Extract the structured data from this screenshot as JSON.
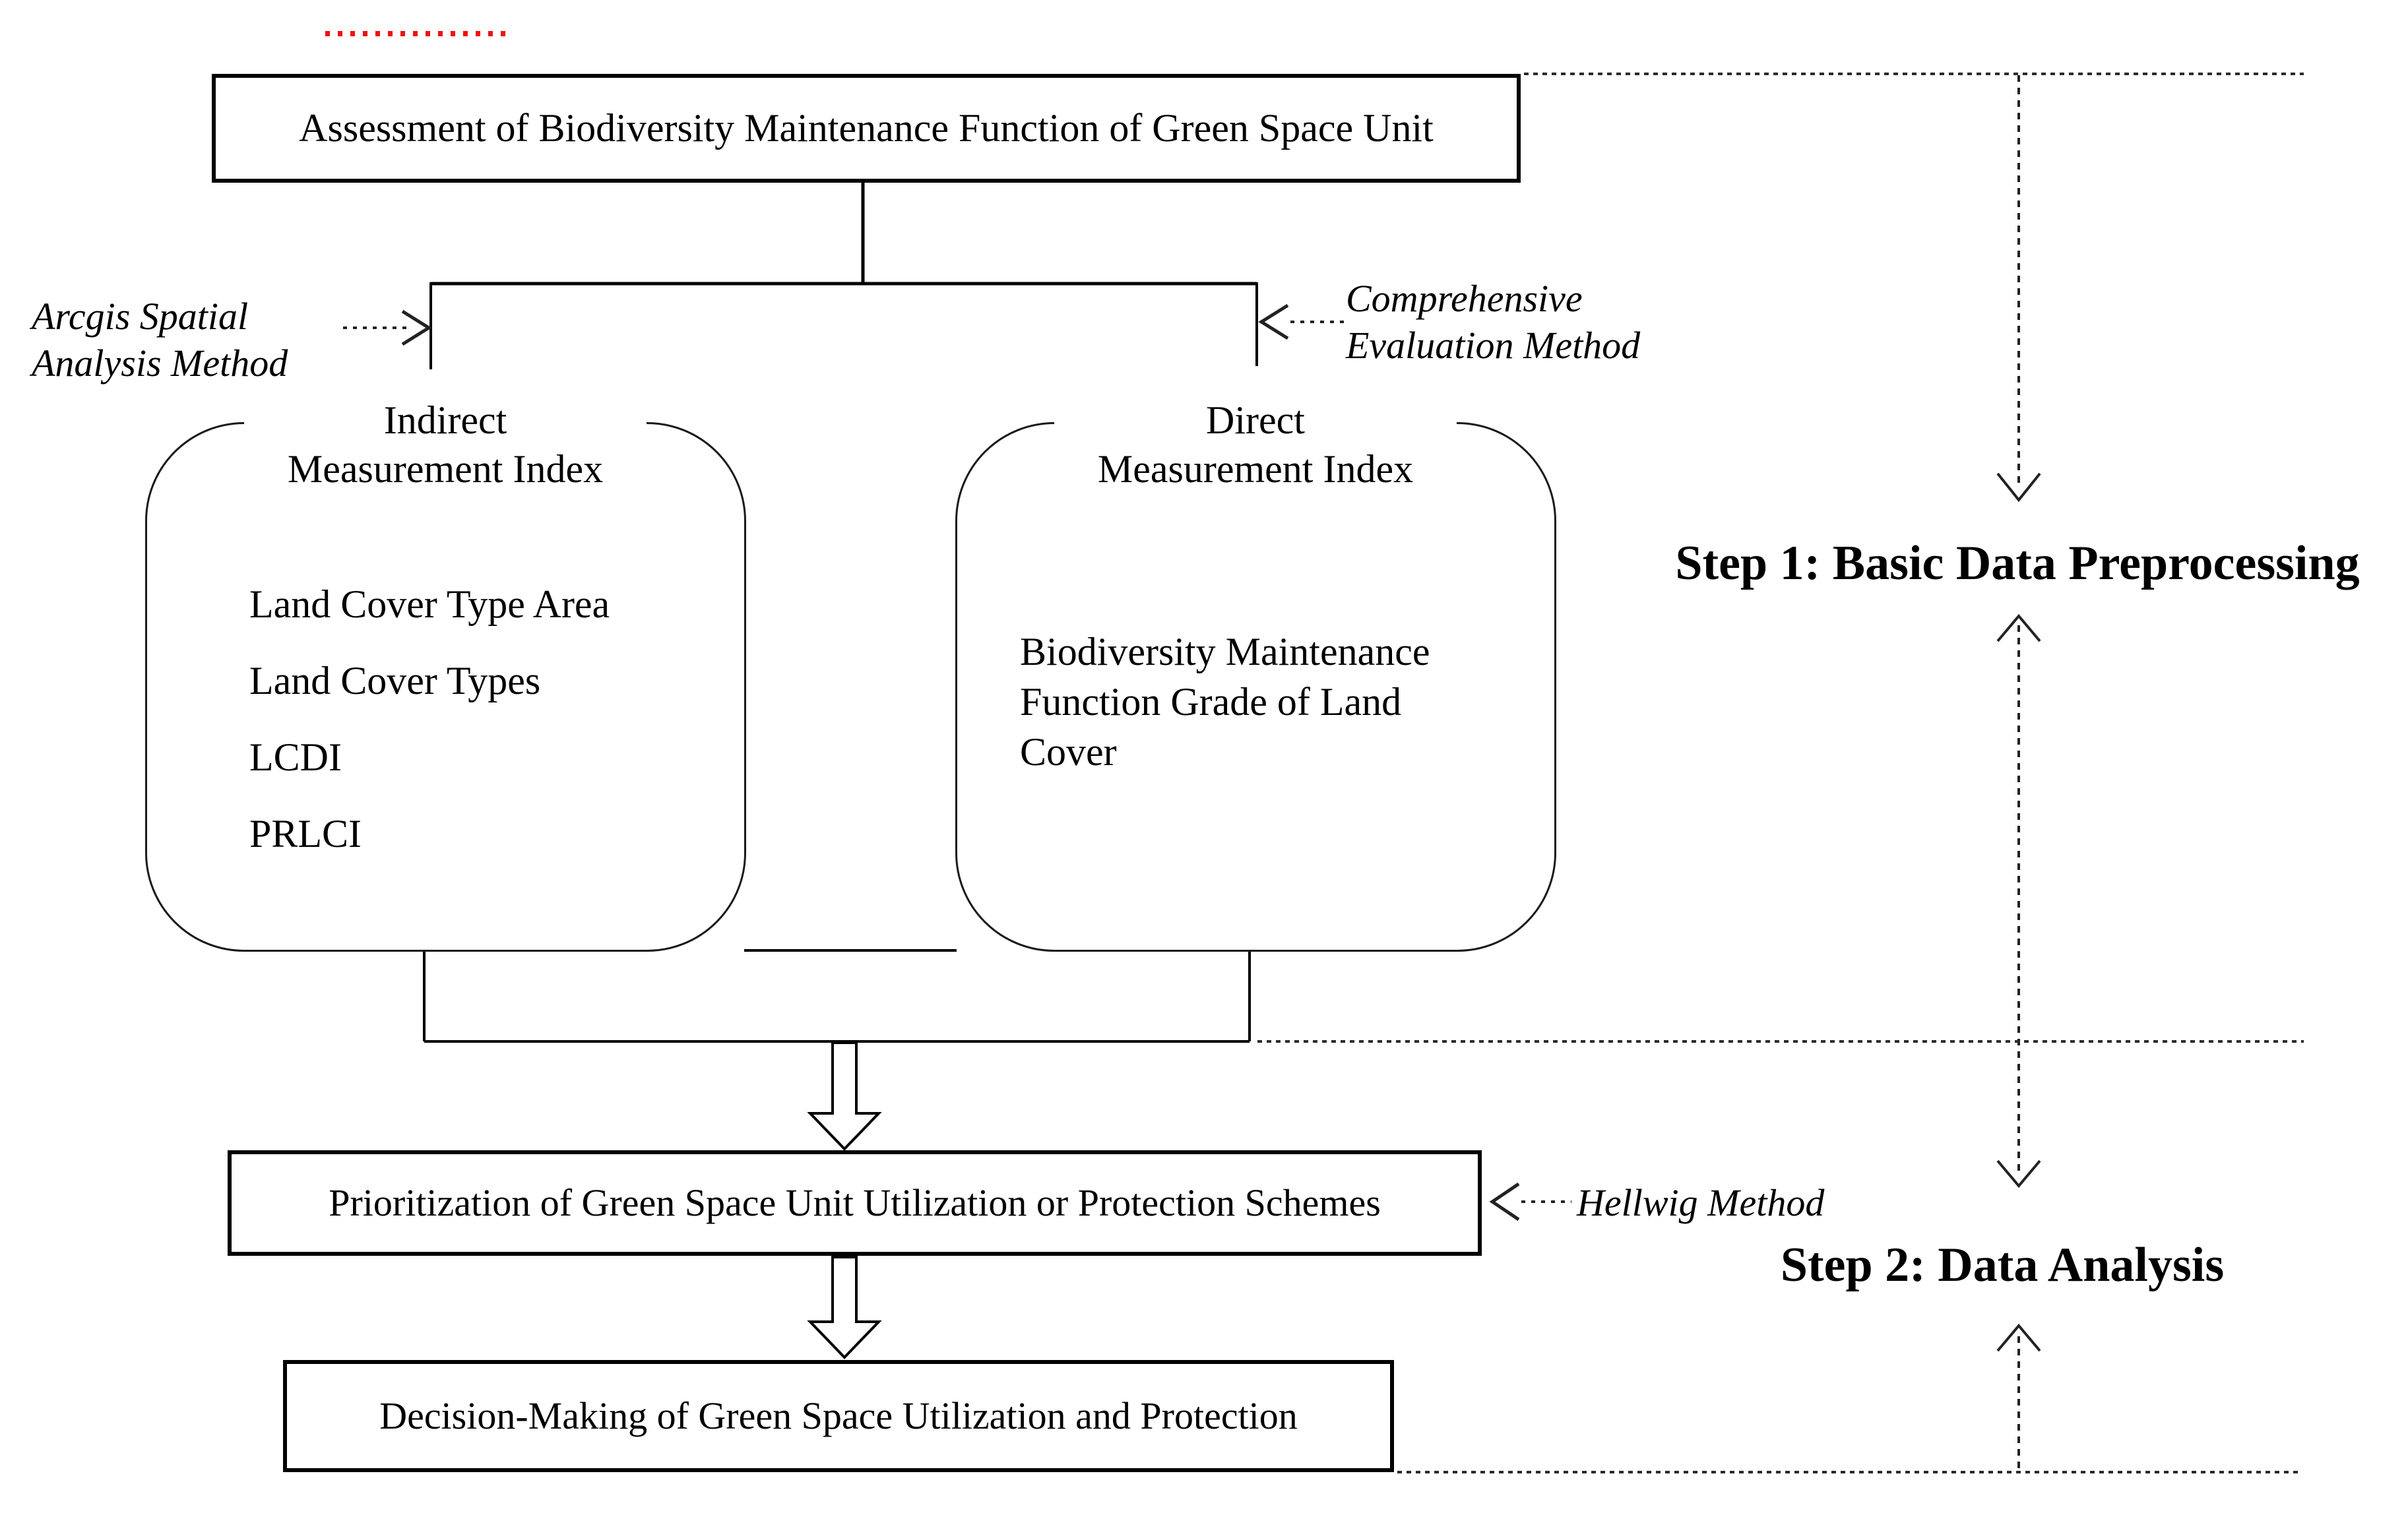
{
  "colors": {
    "ink": "#000000",
    "red_dots": "#ee1111"
  },
  "top_box": {
    "label": "Assessment of Biodiversity Maintenance Function of Green Space Unit"
  },
  "methods": {
    "arcgis": "Arcgis Spatial\nAnalysis Method",
    "comprehensive": "Comprehensive\nEvaluation Method",
    "hellwig": "Hellwig Method"
  },
  "indirect": {
    "title": "Indirect\nMeasurement Index",
    "items": [
      "Land Cover Type Area",
      "Land Cover Types",
      "LCDI",
      "PRLCI"
    ]
  },
  "direct": {
    "title": "Direct\nMeasurement Index",
    "content": "Biodiversity Maintenance\nFunction Grade of Land\nCover"
  },
  "prioritization_box": {
    "label": "Prioritization of Green Space Unit Utilization or Protection Schemes"
  },
  "decision_box": {
    "label": "Decision-Making of Green Space Utilization and Protection"
  },
  "steps": {
    "step1": "Step 1: Basic Data Preprocessing",
    "step2": "Step 2: Data Analysis"
  }
}
